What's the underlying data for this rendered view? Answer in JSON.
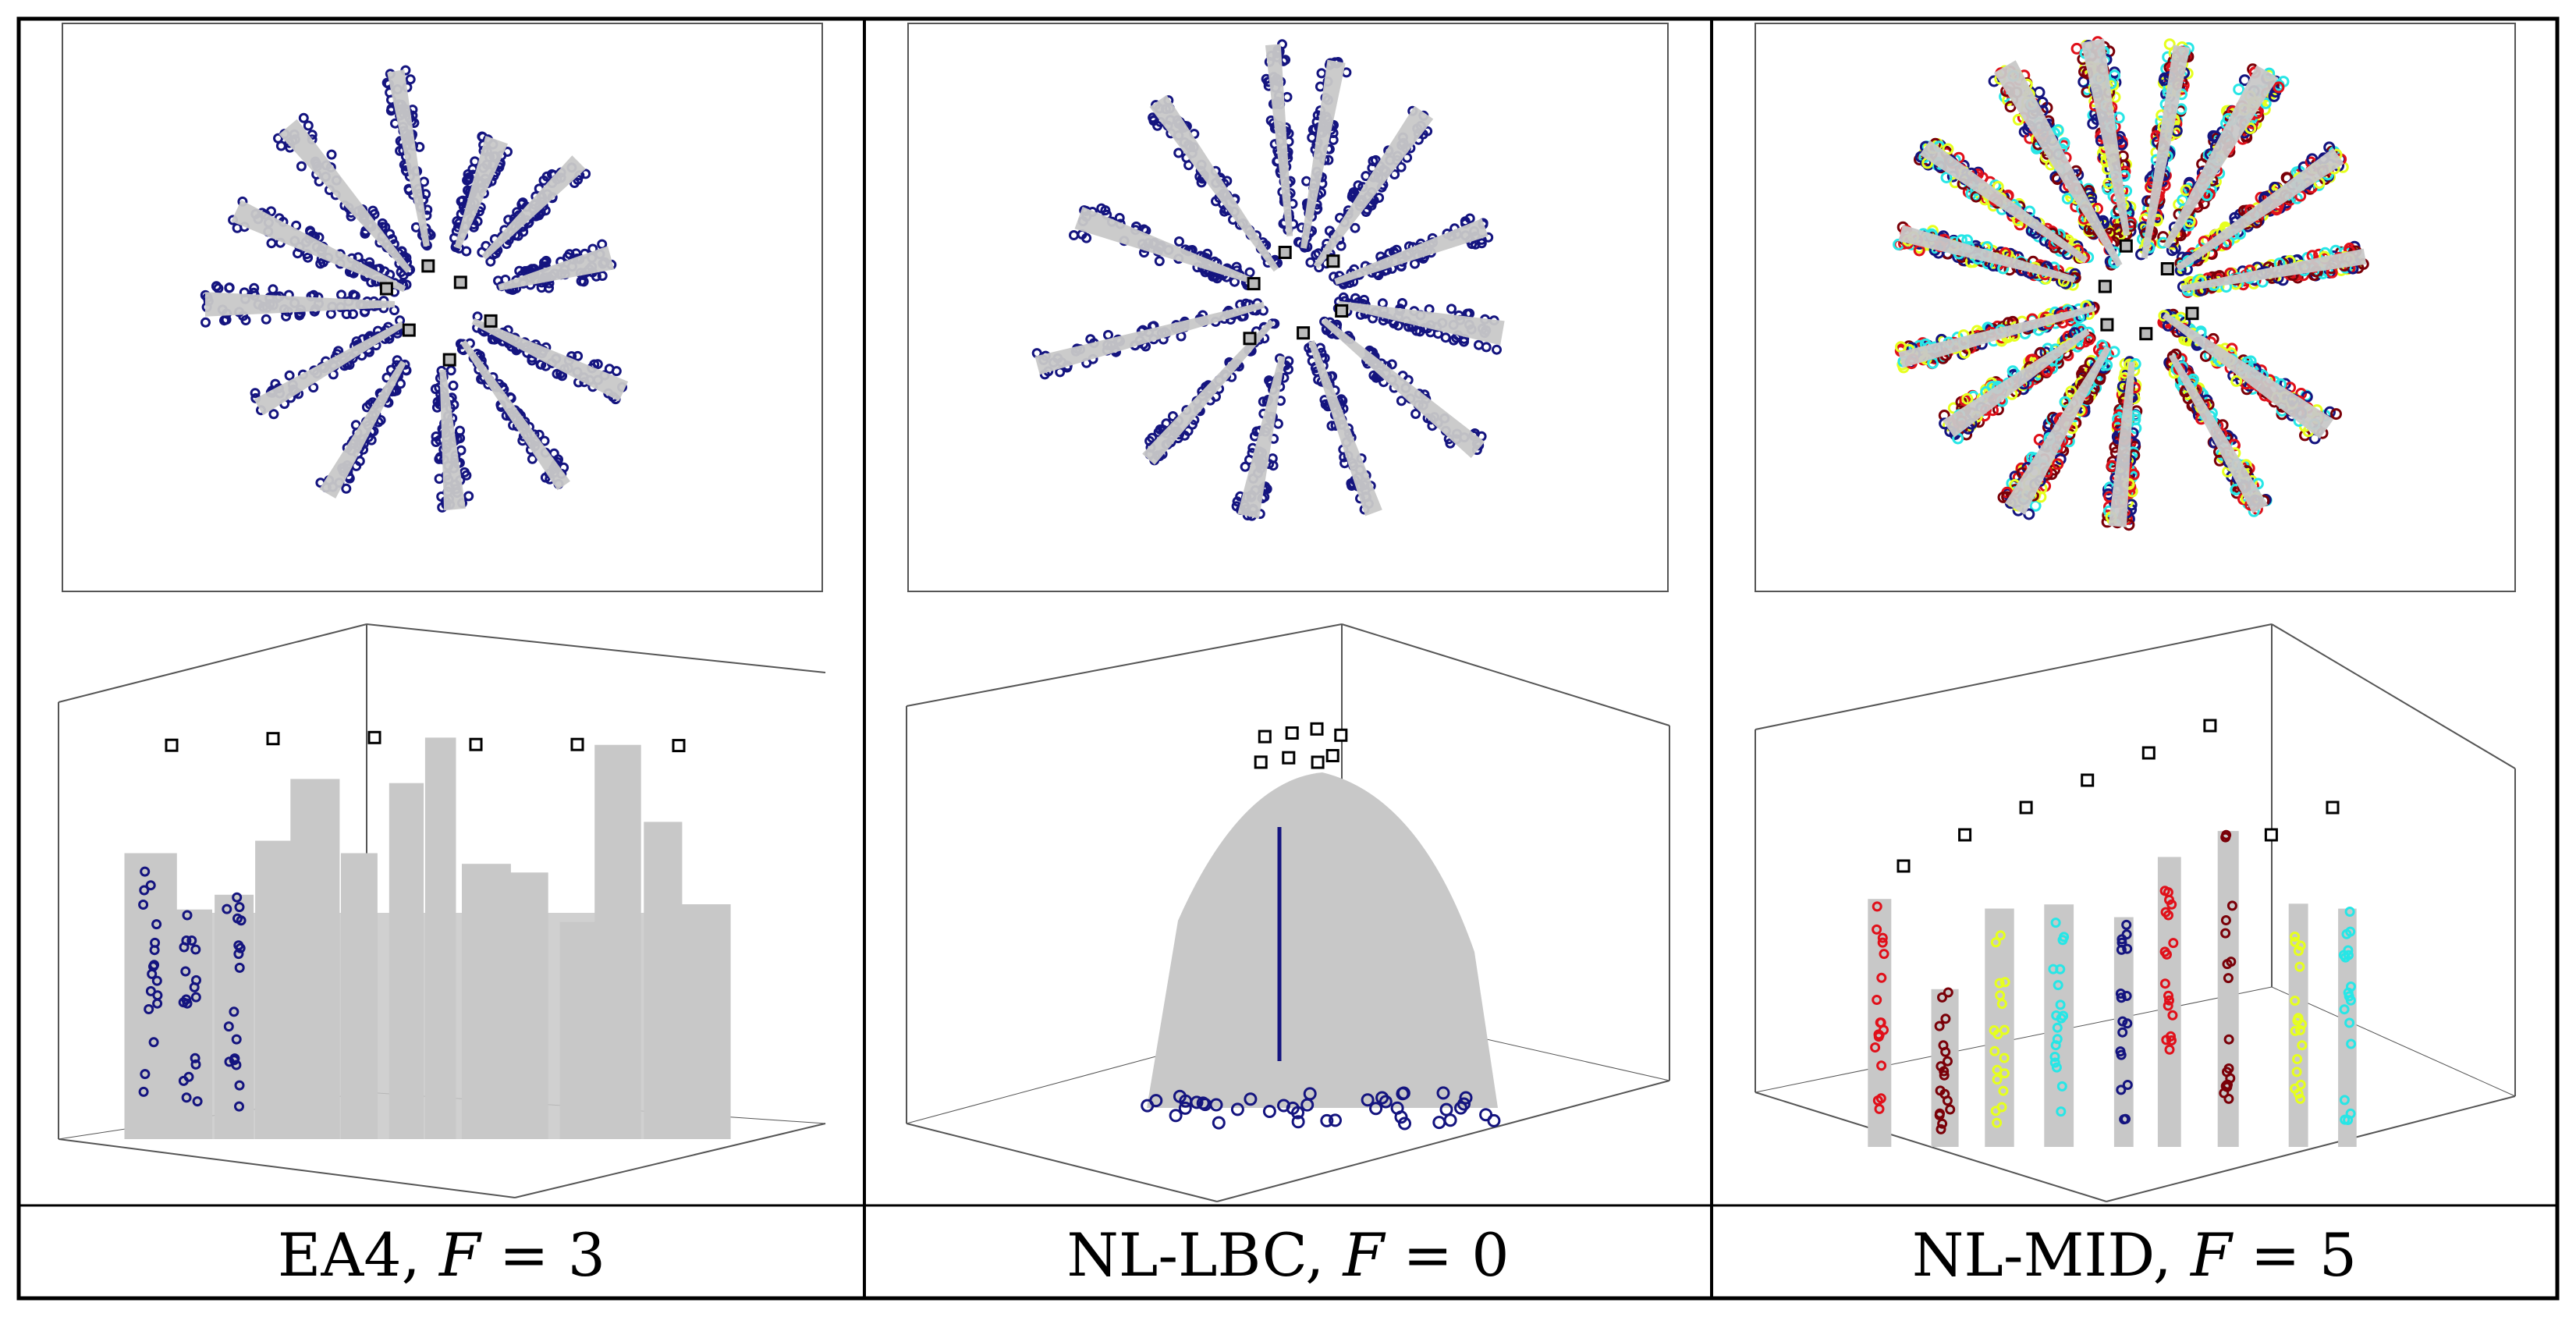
{
  "colors": {
    "gray": "#c8c8c8",
    "navy": "#14147f",
    "red": "#e0101a",
    "darkred": "#7a0008",
    "yellow": "#e6ff1e",
    "cyan": "#27e6e6",
    "frame": "#000000",
    "box": "#888888"
  },
  "panels": [
    {
      "id": "ea4",
      "caption": {
        "name": "EA4",
        "sep": ", ",
        "var": "F",
        "eq": " = ",
        "value": "3"
      },
      "palette": [
        "navy"
      ],
      "arms_2d": [
        {
          "angle": 100,
          "length": 0.92
        },
        {
          "angle": 130,
          "length": 0.9
        },
        {
          "angle": 155,
          "length": 0.86
        },
        {
          "angle": 180,
          "length": 0.9
        },
        {
          "angle": 210,
          "length": 0.8
        },
        {
          "angle": 240,
          "length": 0.85
        },
        {
          "angle": 275,
          "length": 0.8
        },
        {
          "angle": 305,
          "length": 0.86
        },
        {
          "angle": 335,
          "length": 0.8
        },
        {
          "angle": 15,
          "length": 0.7
        },
        {
          "angle": 45,
          "length": 0.78
        },
        {
          "angle": 70,
          "length": 0.68
        }
      ],
      "towers": 14,
      "highlight_towers": 3
    },
    {
      "id": "nl-lbc",
      "caption": {
        "name": "NL-LBC",
        "sep": ", ",
        "var": "F",
        "eq": " = ",
        "value": "0"
      },
      "palette": [
        "navy"
      ],
      "arms_2d": [
        {
          "angle": 95,
          "length": 0.9
        },
        {
          "angle": 125,
          "length": 0.85
        },
        {
          "angle": 160,
          "length": 0.82
        },
        {
          "angle": 195,
          "length": 0.95
        },
        {
          "angle": 228,
          "length": 0.78
        },
        {
          "angle": 258,
          "length": 0.8
        },
        {
          "angle": 290,
          "length": 0.82
        },
        {
          "angle": 320,
          "length": 0.85
        },
        {
          "angle": 350,
          "length": 0.75
        },
        {
          "angle": 20,
          "length": 0.72
        },
        {
          "angle": 55,
          "length": 0.8
        },
        {
          "angle": 80,
          "length": 0.85
        }
      ],
      "towers": 0,
      "highlight_towers": 1
    },
    {
      "id": "nl-mid",
      "caption": {
        "name": "NL-MID",
        "sep": ", ",
        "var": "F",
        "eq": " = ",
        "value": "5"
      },
      "palette": [
        "red",
        "darkred",
        "yellow",
        "cyan",
        "navy"
      ],
      "arms_2d": [
        {
          "angle": 100,
          "length": 0.9
        },
        {
          "angle": 120,
          "length": 0.92
        },
        {
          "angle": 145,
          "length": 0.9
        },
        {
          "angle": 165,
          "length": 0.85
        },
        {
          "angle": 195,
          "length": 0.85
        },
        {
          "angle": 215,
          "length": 0.8
        },
        {
          "angle": 240,
          "length": 0.85
        },
        {
          "angle": 265,
          "length": 0.8
        },
        {
          "angle": 300,
          "length": 0.85
        },
        {
          "angle": 325,
          "length": 0.8
        },
        {
          "angle": 10,
          "length": 0.8
        },
        {
          "angle": 35,
          "length": 0.85
        },
        {
          "angle": 60,
          "length": 0.9
        },
        {
          "angle": 80,
          "length": 0.88
        }
      ],
      "towers": 9,
      "highlight_towers": 9
    }
  ]
}
